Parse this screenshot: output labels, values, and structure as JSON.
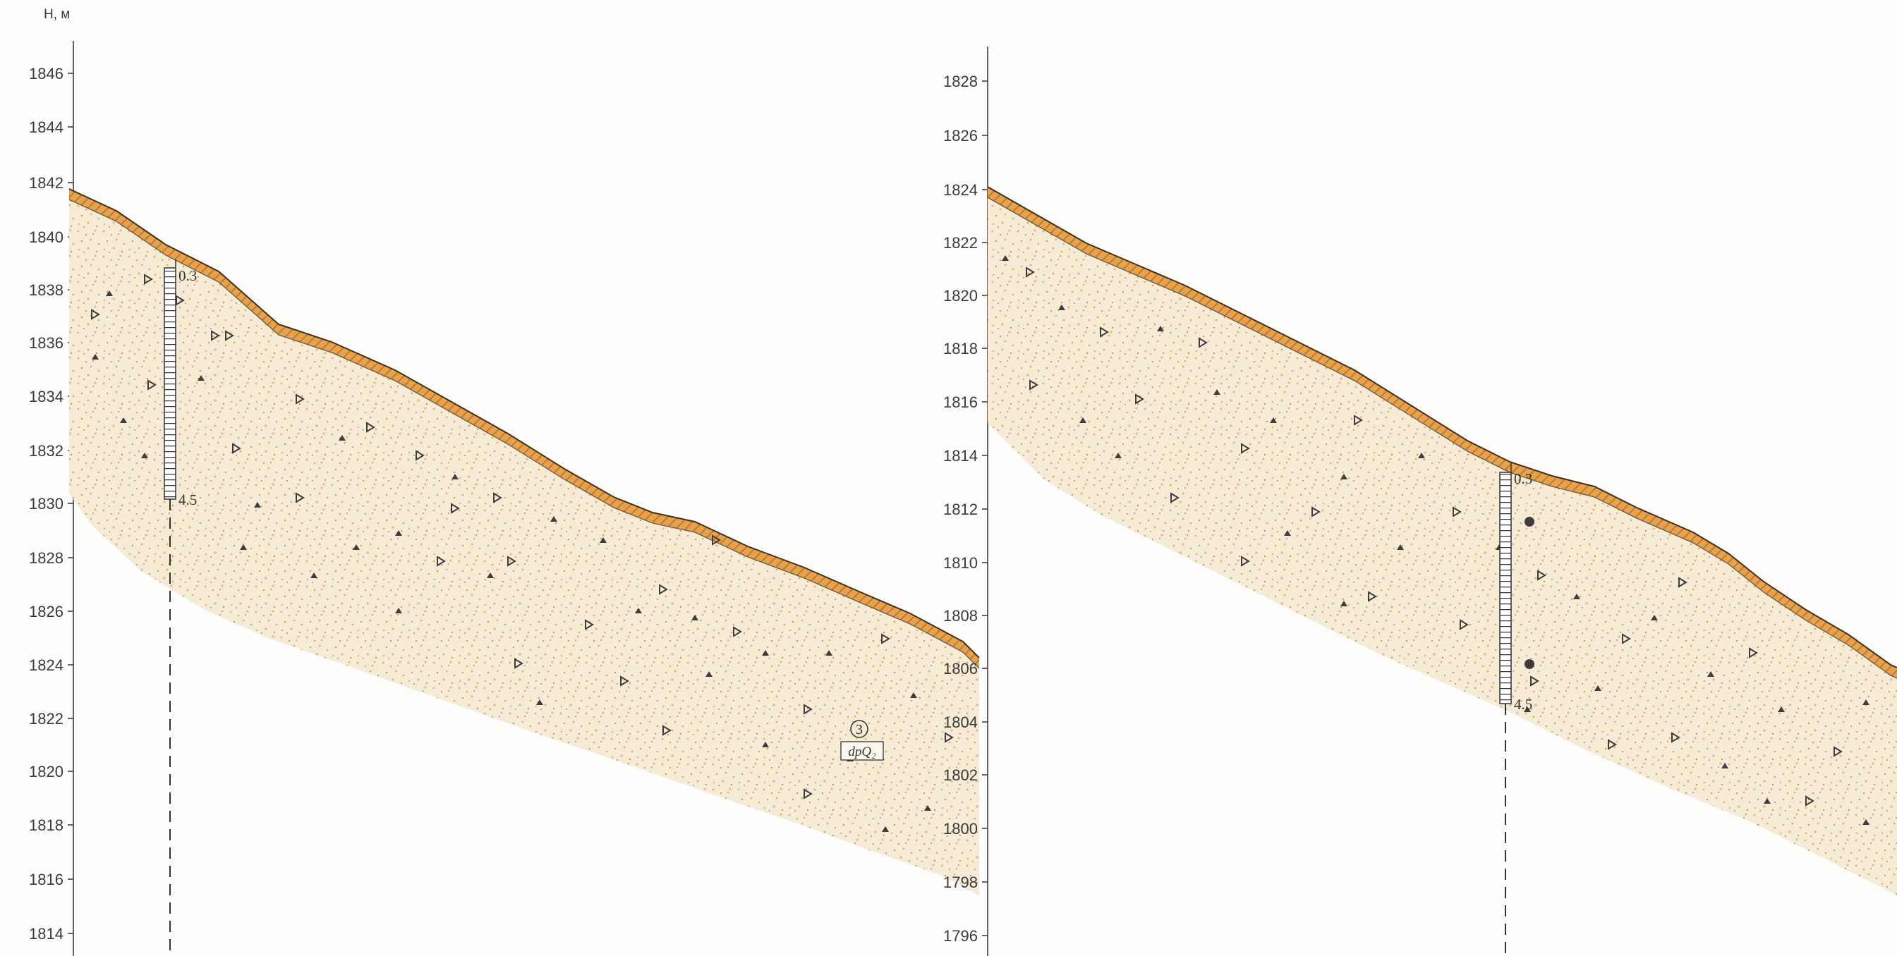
{
  "y_axis_title": "Н, м",
  "colors": {
    "topsoil": "#e8a24c",
    "soil_fill": "#f6ecd6",
    "soil_dots": "#e0b876",
    "clast": "#3d3d3d",
    "line": "#333333"
  },
  "left_profile": {
    "ticks": [
      "1846",
      "1844",
      "1842",
      "1840",
      "1838",
      "1836",
      "1834",
      "1832",
      "1830",
      "1828",
      "1826",
      "1824",
      "1822",
      "1820",
      "1818",
      "1816",
      "1814"
    ],
    "borehole": {
      "top_depth_label": "0.3",
      "bottom_depth_label": "4.5"
    },
    "layer": {
      "number": "3",
      "index": "dpQ₂"
    }
  },
  "right_profile": {
    "ticks": [
      "1828",
      "1826",
      "1824",
      "1822",
      "1820",
      "1818",
      "1816",
      "1814",
      "1812",
      "1810",
      "1808",
      "1806",
      "1804",
      "1802",
      "1800",
      "1798",
      "1796"
    ],
    "borehole": {
      "top_depth_label": "0.3",
      "bottom_depth_label": "4.5"
    }
  }
}
